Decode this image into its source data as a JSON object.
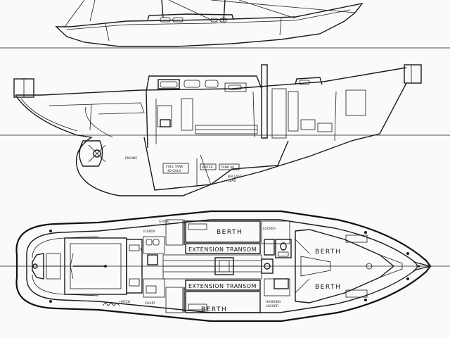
{
  "labels": {
    "berth_top": "BERTH",
    "berth_bottom": "BERTH",
    "berth_fwd_upper": "BERTH",
    "berth_fwd_lower": "BERTH",
    "transom_upper": "EXTENSION TRANSOM",
    "transom_lower": "EXTENSION TRANSOM"
  }
}
